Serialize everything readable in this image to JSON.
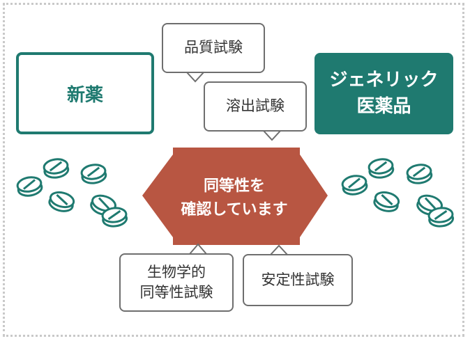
{
  "diagram": {
    "new_drug_label": "新薬",
    "generic_drug_label": [
      "ジェネリック",
      "医薬品"
    ],
    "center_arrow_label": [
      "同等性を",
      "確認しています"
    ],
    "tests_top": [
      "品質試験",
      "溶出試験"
    ],
    "tests_bottom": {
      "bioequivalence": [
        "生物学的",
        "同等性試験"
      ],
      "stability": "安定性試験"
    }
  },
  "colors": {
    "teal": "#1f7a70",
    "arrow": "#b85642",
    "bubble_border": "#6e6e6e"
  },
  "icons": [
    "pill-icon"
  ]
}
